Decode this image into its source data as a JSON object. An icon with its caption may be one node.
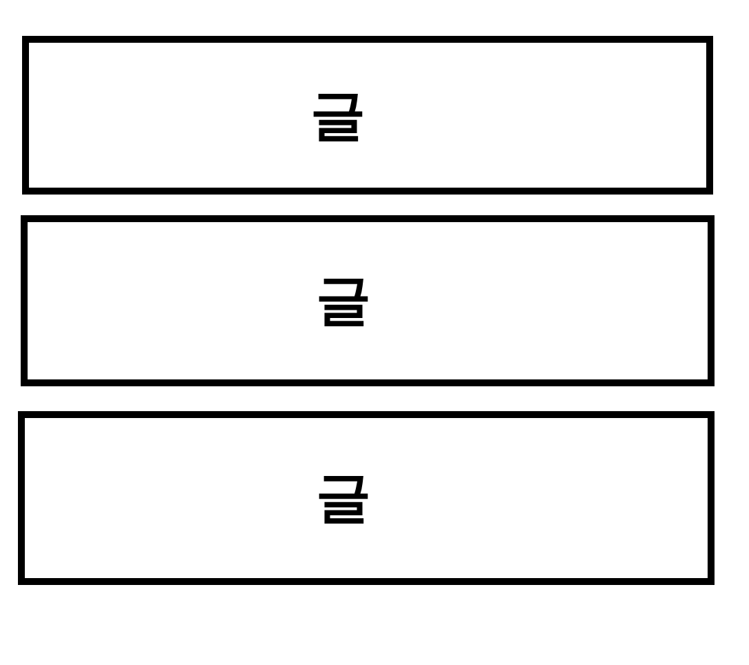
{
  "diagram": {
    "nodes": [
      {
        "text": [
          "글"
        ]
      },
      {
        "text": [
          "글"
        ]
      },
      {
        "text": [
          "글"
        ]
      }
    ]
  }
}
